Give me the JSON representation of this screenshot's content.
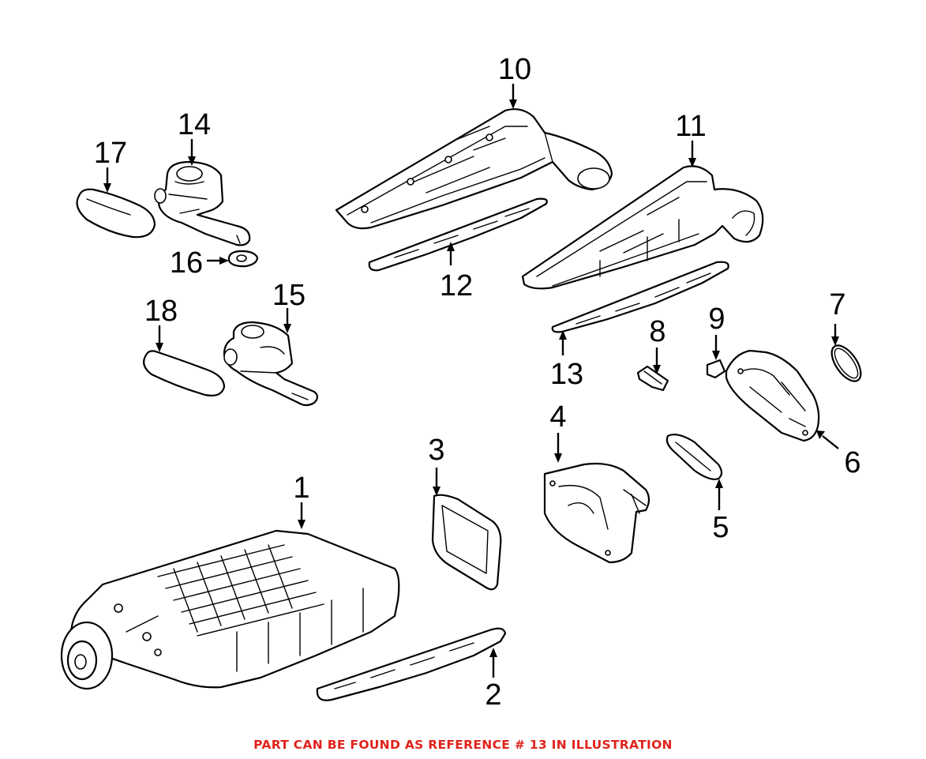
{
  "callouts": [
    "1",
    "2",
    "3",
    "4",
    "5",
    "6",
    "7",
    "8",
    "9",
    "10",
    "11",
    "12",
    "13",
    "14",
    "15",
    "16",
    "17",
    "18"
  ],
  "caption": {
    "text": "PART CAN BE FOUND AS REFERENCE # 13 IN ILLUSTRATION",
    "color": "#e0231c"
  },
  "highlighted_reference": "13"
}
